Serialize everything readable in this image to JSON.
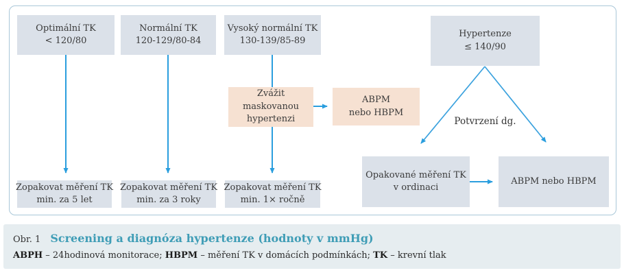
{
  "flowchart": {
    "boxes": {
      "optimal": {
        "lines": [
          "Optimální TK",
          "< 120/80"
        ]
      },
      "normal": {
        "lines": [
          "Normální TK",
          "120-129/80-84"
        ]
      },
      "high_normal": {
        "lines": [
          "Vysoký normální TK",
          "130-139/85-89"
        ]
      },
      "hypertension": {
        "lines": [
          "Hypertenze",
          "≤ 140/90"
        ]
      },
      "masked": {
        "lines": [
          "Zvážit",
          "maskovanou",
          "hypertenzi"
        ]
      },
      "abpm_hbpm_top": {
        "lines": [
          "ABPM",
          "nebo HBPM"
        ]
      },
      "repeat_5y": {
        "lines": [
          "Zopakovat měření TK",
          "min. za 5 let"
        ]
      },
      "repeat_3y": {
        "lines": [
          "Zopakovat měření TK",
          "min. za 3 roky"
        ]
      },
      "repeat_1y": {
        "lines": [
          "Zopakovat měření TK",
          "min. 1× ročně"
        ]
      },
      "office_repeat": {
        "lines": [
          "Opakované měření TK",
          "v ordinaci"
        ]
      },
      "abpm_hbpm_bottom": {
        "lines": [
          "ABPM nebo HBPM"
        ]
      }
    },
    "labels": {
      "confirm_dg": "Potvrzení dg."
    }
  },
  "caption": {
    "prefix": "Obr. 1",
    "title": "Screening a diagnóza hypertenze (hodnoty v mmHg)"
  },
  "legend": [
    {
      "abbr": "ABPH",
      "desc": " – 24hodinová monitorace; "
    },
    {
      "abbr": "HBPM",
      "desc": " – měření TK v domácích podmínkách; "
    },
    {
      "abbr": "TK",
      "desc": " – krevní tlak"
    }
  ],
  "colors": {
    "box_blue": "#dbe1e9",
    "box_peach": "#f6e1d2",
    "arrow": "#2a9ede",
    "panel_border": "#a9c7d8",
    "caption_band": "#e6edf0",
    "caption_title": "#3f9db6"
  }
}
